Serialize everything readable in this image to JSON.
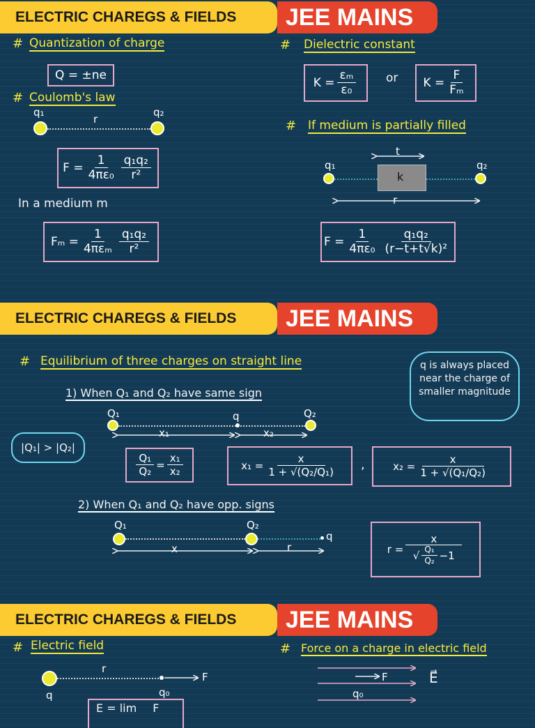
{
  "banner": {
    "left": "ELECTRIC CHAREGS & FIELDS",
    "right": "JEE MAINS"
  },
  "s1": {
    "quant_title": "Quantization of charge",
    "quant_eq": "Q = ±ne",
    "coulomb_title": "Coulomb's law",
    "q1": "q₁",
    "q2": "q₂",
    "r": "r",
    "F": "F =",
    "one": "1",
    "four_pi_e0": "4πε₀",
    "q1q2": "q₁q₂",
    "r2": "r²",
    "medium_text": "In a medium m",
    "Fm": "Fₘ =",
    "four_pi_em": "4πεₘ",
    "dielectric_title": "Dielectric constant",
    "K_eq": "K =",
    "em": "εₘ",
    "e0": "ε₀",
    "or": "or",
    "Fsym": "F",
    "Fm_sym": "Fₘ",
    "partial_title": "If medium is partially filled",
    "t": "t",
    "k": "k",
    "partial_den": "(r−t+t√k)²"
  },
  "s2": {
    "title": "Equilibrium of three charges on straight line",
    "case1": "1) When Q₁ and Q₂ have same sign",
    "Q1": "Q₁",
    "Q2": "Q₂",
    "q": "q",
    "x1": "x₁",
    "x2": "x₂",
    "cond": "|Q₁| > |Q₂|",
    "ratio_Q1": "Q₁",
    "ratio_Q2": "Q₂",
    "ratio_x1": "x₁",
    "ratio_x2": "x₂",
    "x1_eq": "x₁ =",
    "x_num": "x",
    "x1_den": "1 + √(Q₂/Q₁)",
    "comma": ",",
    "x2_eq": "x₂ =",
    "x2_den": "1 + √(Q₁/Q₂)",
    "note": "q is always placed near the charge of smaller magnitude",
    "case2": "2) When Q₁ and Q₂ have opp. signs",
    "x": "x",
    "r": "r",
    "r_eq": "r =",
    "r_den_frac_n": "Q₁",
    "r_den_frac_d": "Q₂",
    "minus1": "−1"
  },
  "s3": {
    "field_title": "Electric field",
    "r": "r",
    "F": "F",
    "q": "q",
    "q0": "q₀",
    "E_eq": "E = lim",
    "E_F": "F",
    "force_title": "Force on a charge in electric field",
    "E_vec": "E⃗"
  }
}
